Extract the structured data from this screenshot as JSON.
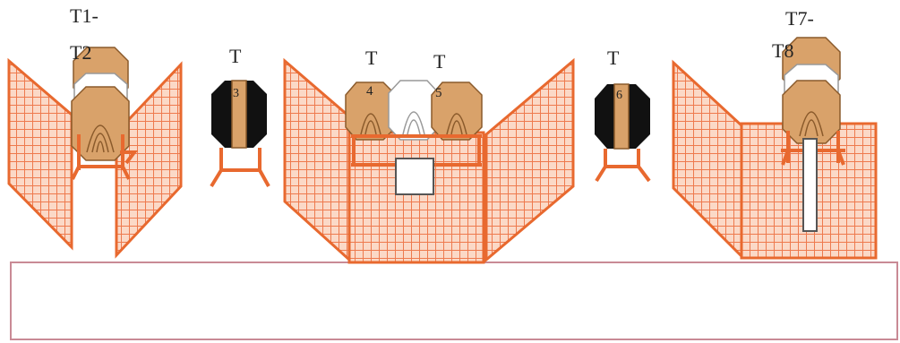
{
  "labels": {
    "t1": "T1-",
    "t2": "T2",
    "t3_top": "T",
    "t3_num": "3",
    "t4_top": "T",
    "t4_num": "4",
    "t5_top": "T",
    "t5_num": "5",
    "t6_top": "T",
    "t6_num": "6",
    "t7": "T7-",
    "t8": "T8"
  },
  "colors": {
    "mesh": "#ee7a4e",
    "mesh_fill": "#fbd9c7",
    "target_tan": "#d9a26a",
    "target_line": "#8a5a2b",
    "stand": "#e8692f",
    "black_target": "#111111",
    "ground_border": "#c98a95"
  }
}
